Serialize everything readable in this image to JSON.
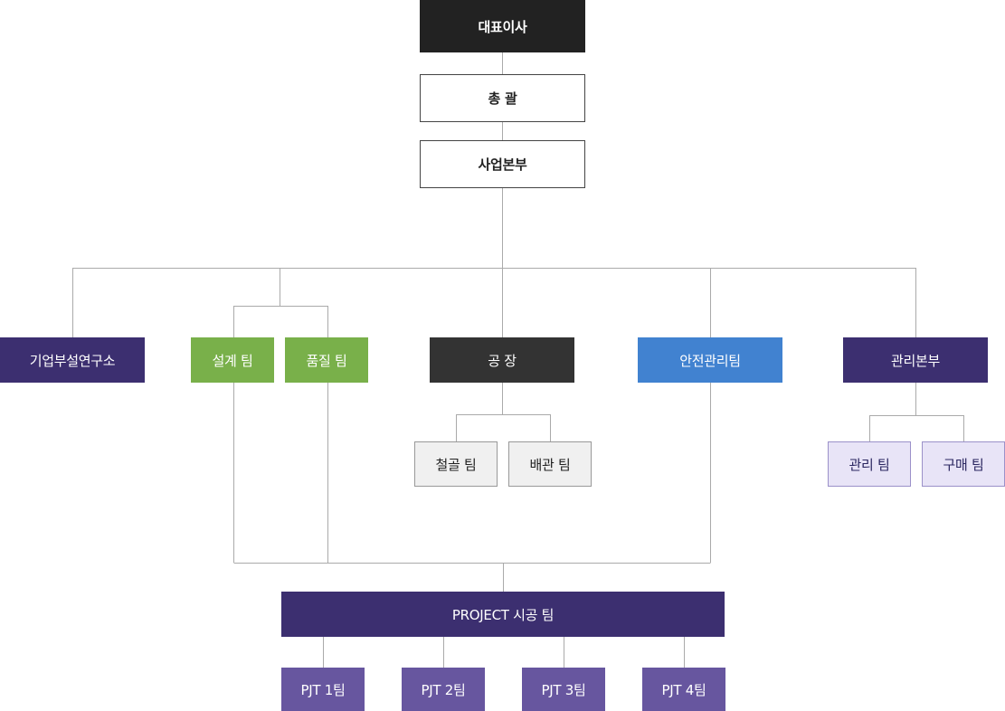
{
  "org_chart": {
    "ceo": "대표이사",
    "general": "총 괄",
    "business_hq": "사업본부",
    "research_lab": "기업부설연구소",
    "design_team": "설계 팀",
    "quality_team": "품질 팀",
    "factory": "공 장",
    "safety_team": "안전관리팀",
    "admin_hq": "관리본부",
    "steel_team": "철골 팀",
    "piping_team": "배관 팀",
    "admin_team": "관리 팀",
    "purchase_team": "구매 팀",
    "project_team": "PROJECT 시공 팀",
    "pjt_teams": [
      "PJT 1팀",
      "PJT 2팀",
      "PJT 3팀",
      "PJT 4팀"
    ]
  },
  "colors": {
    "black": "#222222",
    "navy": "#3c2f70",
    "green": "#79b04a",
    "blue": "#4182d0",
    "purple": "#67569f",
    "lavender": "#e8e4f7",
    "gray_box": "#f0f0f0",
    "line": "#aaaaaa"
  }
}
